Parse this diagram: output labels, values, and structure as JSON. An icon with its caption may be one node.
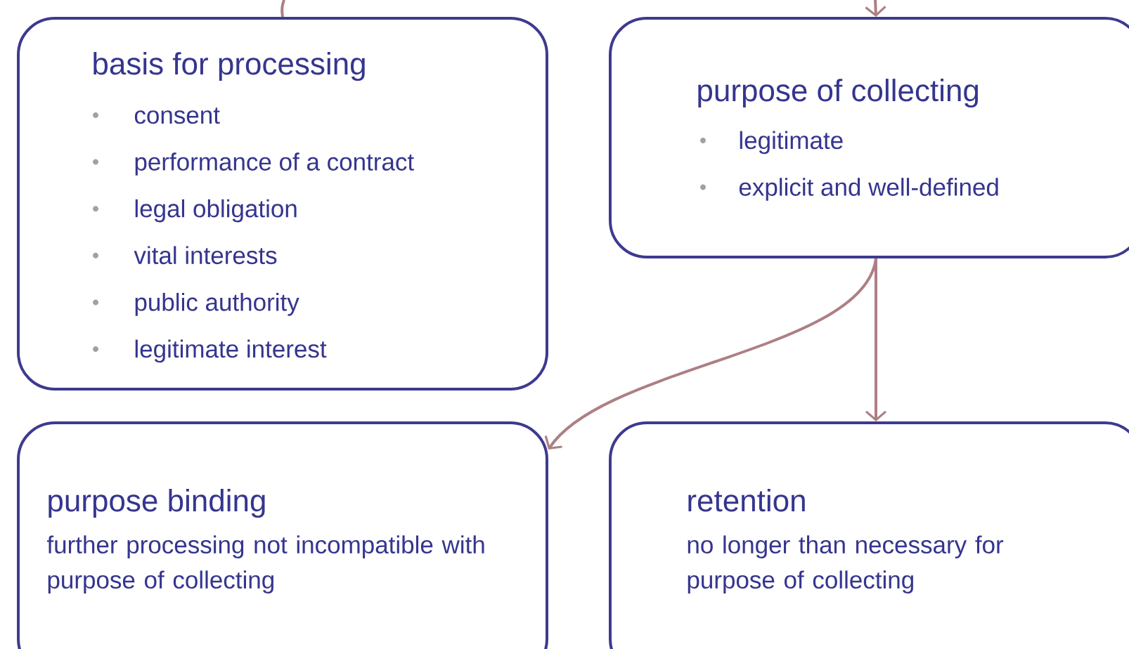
{
  "diagram": {
    "nodes": [
      {
        "text": [
          "basis for processing",
          "consent",
          "performance of a contract",
          "legal obligation",
          "vital interests",
          "public authority",
          "legitimate interest"
        ]
      },
      {
        "text": [
          "purpose of collecting",
          "legitimate",
          "explicit and well-defined"
        ]
      },
      {
        "text": [
          "purpose binding",
          "further processing not incompatible with purpose of collecting"
        ]
      },
      {
        "text": [
          "retention",
          "no longer than necessary for purpose of collecting"
        ]
      }
    ],
    "edges": [
      {
        "from": 1,
        "to": 3,
        "arrow": "to"
      },
      {
        "from": 1,
        "to": 2,
        "arrow": "to"
      },
      {
        "from": null,
        "to": 1,
        "arrow": "to"
      },
      {
        "from": 0,
        "to": null,
        "arrow": "none"
      }
    ]
  }
}
